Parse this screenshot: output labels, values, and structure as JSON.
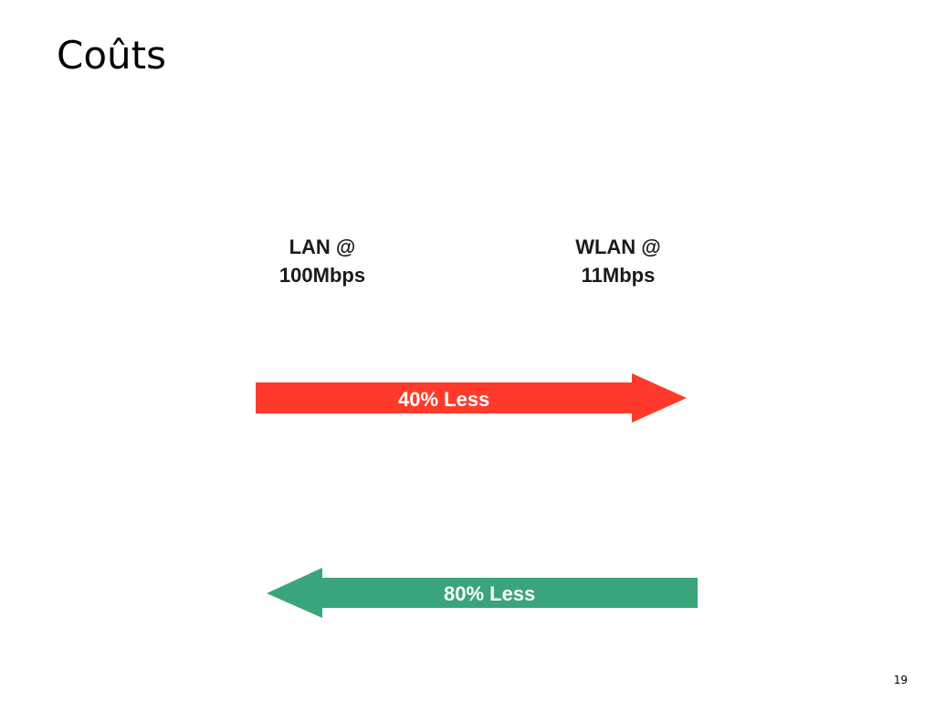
{
  "slide": {
    "title": "Coûts",
    "page_number": "19"
  },
  "diagram": {
    "lan_label_line1": "LAN @",
    "lan_label_line2": "100Mbps",
    "wlan_label_line1": "WLAN @",
    "wlan_label_line2": "11Mbps",
    "red_arrow_label": "40% Less",
    "green_arrow_label": "80% Less",
    "red_arrow_color": "#ff3a2a",
    "green_arrow_color": "#3aa57a"
  }
}
